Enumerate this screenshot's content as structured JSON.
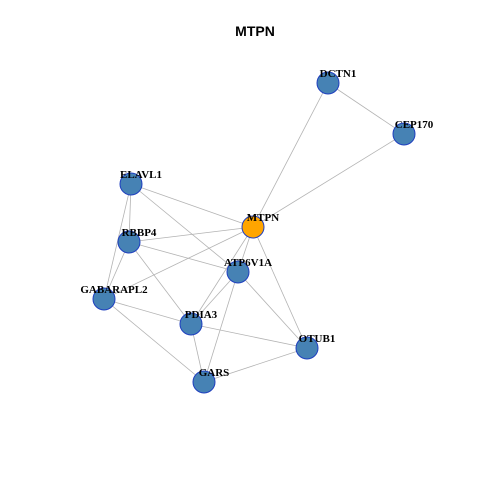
{
  "graph": {
    "title": "MTPN",
    "colors": {
      "hub": "#FFA500",
      "node": "#4682B4",
      "node_border": "#1f3fbf",
      "edge": "#b3b3b3"
    },
    "nodes": [
      {
        "id": "DCTN1",
        "label": "DCTN1",
        "hub": false
      },
      {
        "id": "CEP170",
        "label": "CEP170",
        "hub": false
      },
      {
        "id": "ELAVL1",
        "label": "ELAVL1",
        "hub": false
      },
      {
        "id": "MTPN",
        "label": "MTPN",
        "hub": true
      },
      {
        "id": "RBBP4",
        "label": "RBBP4",
        "hub": false
      },
      {
        "id": "ATP6V1A",
        "label": "ATP6V1A",
        "hub": false
      },
      {
        "id": "GABARAPL2",
        "label": "GABARAPL2",
        "hub": false
      },
      {
        "id": "PDIA3",
        "label": "PDIA3",
        "hub": false
      },
      {
        "id": "OTUB1",
        "label": "OTUB1",
        "hub": false
      },
      {
        "id": "GARS",
        "label": "GARS",
        "hub": false
      }
    ],
    "edges": [
      [
        "DCTN1",
        "CEP170"
      ],
      [
        "DCTN1",
        "MTPN"
      ],
      [
        "CEP170",
        "MTPN"
      ],
      [
        "ELAVL1",
        "MTPN"
      ],
      [
        "ELAVL1",
        "RBBP4"
      ],
      [
        "ELAVL1",
        "ATP6V1A"
      ],
      [
        "ELAVL1",
        "GABARAPL2"
      ],
      [
        "MTPN",
        "RBBP4"
      ],
      [
        "MTPN",
        "ATP6V1A"
      ],
      [
        "MTPN",
        "GABARAPL2"
      ],
      [
        "MTPN",
        "PDIA3"
      ],
      [
        "MTPN",
        "OTUB1"
      ],
      [
        "RBBP4",
        "ATP6V1A"
      ],
      [
        "RBBP4",
        "GABARAPL2"
      ],
      [
        "RBBP4",
        "PDIA3"
      ],
      [
        "ATP6V1A",
        "PDIA3"
      ],
      [
        "ATP6V1A",
        "OTUB1"
      ],
      [
        "ATP6V1A",
        "GARS"
      ],
      [
        "GABARAPL2",
        "PDIA3"
      ],
      [
        "GABARAPL2",
        "GARS"
      ],
      [
        "PDIA3",
        "OTUB1"
      ],
      [
        "PDIA3",
        "GARS"
      ],
      [
        "OTUB1",
        "GARS"
      ]
    ]
  }
}
